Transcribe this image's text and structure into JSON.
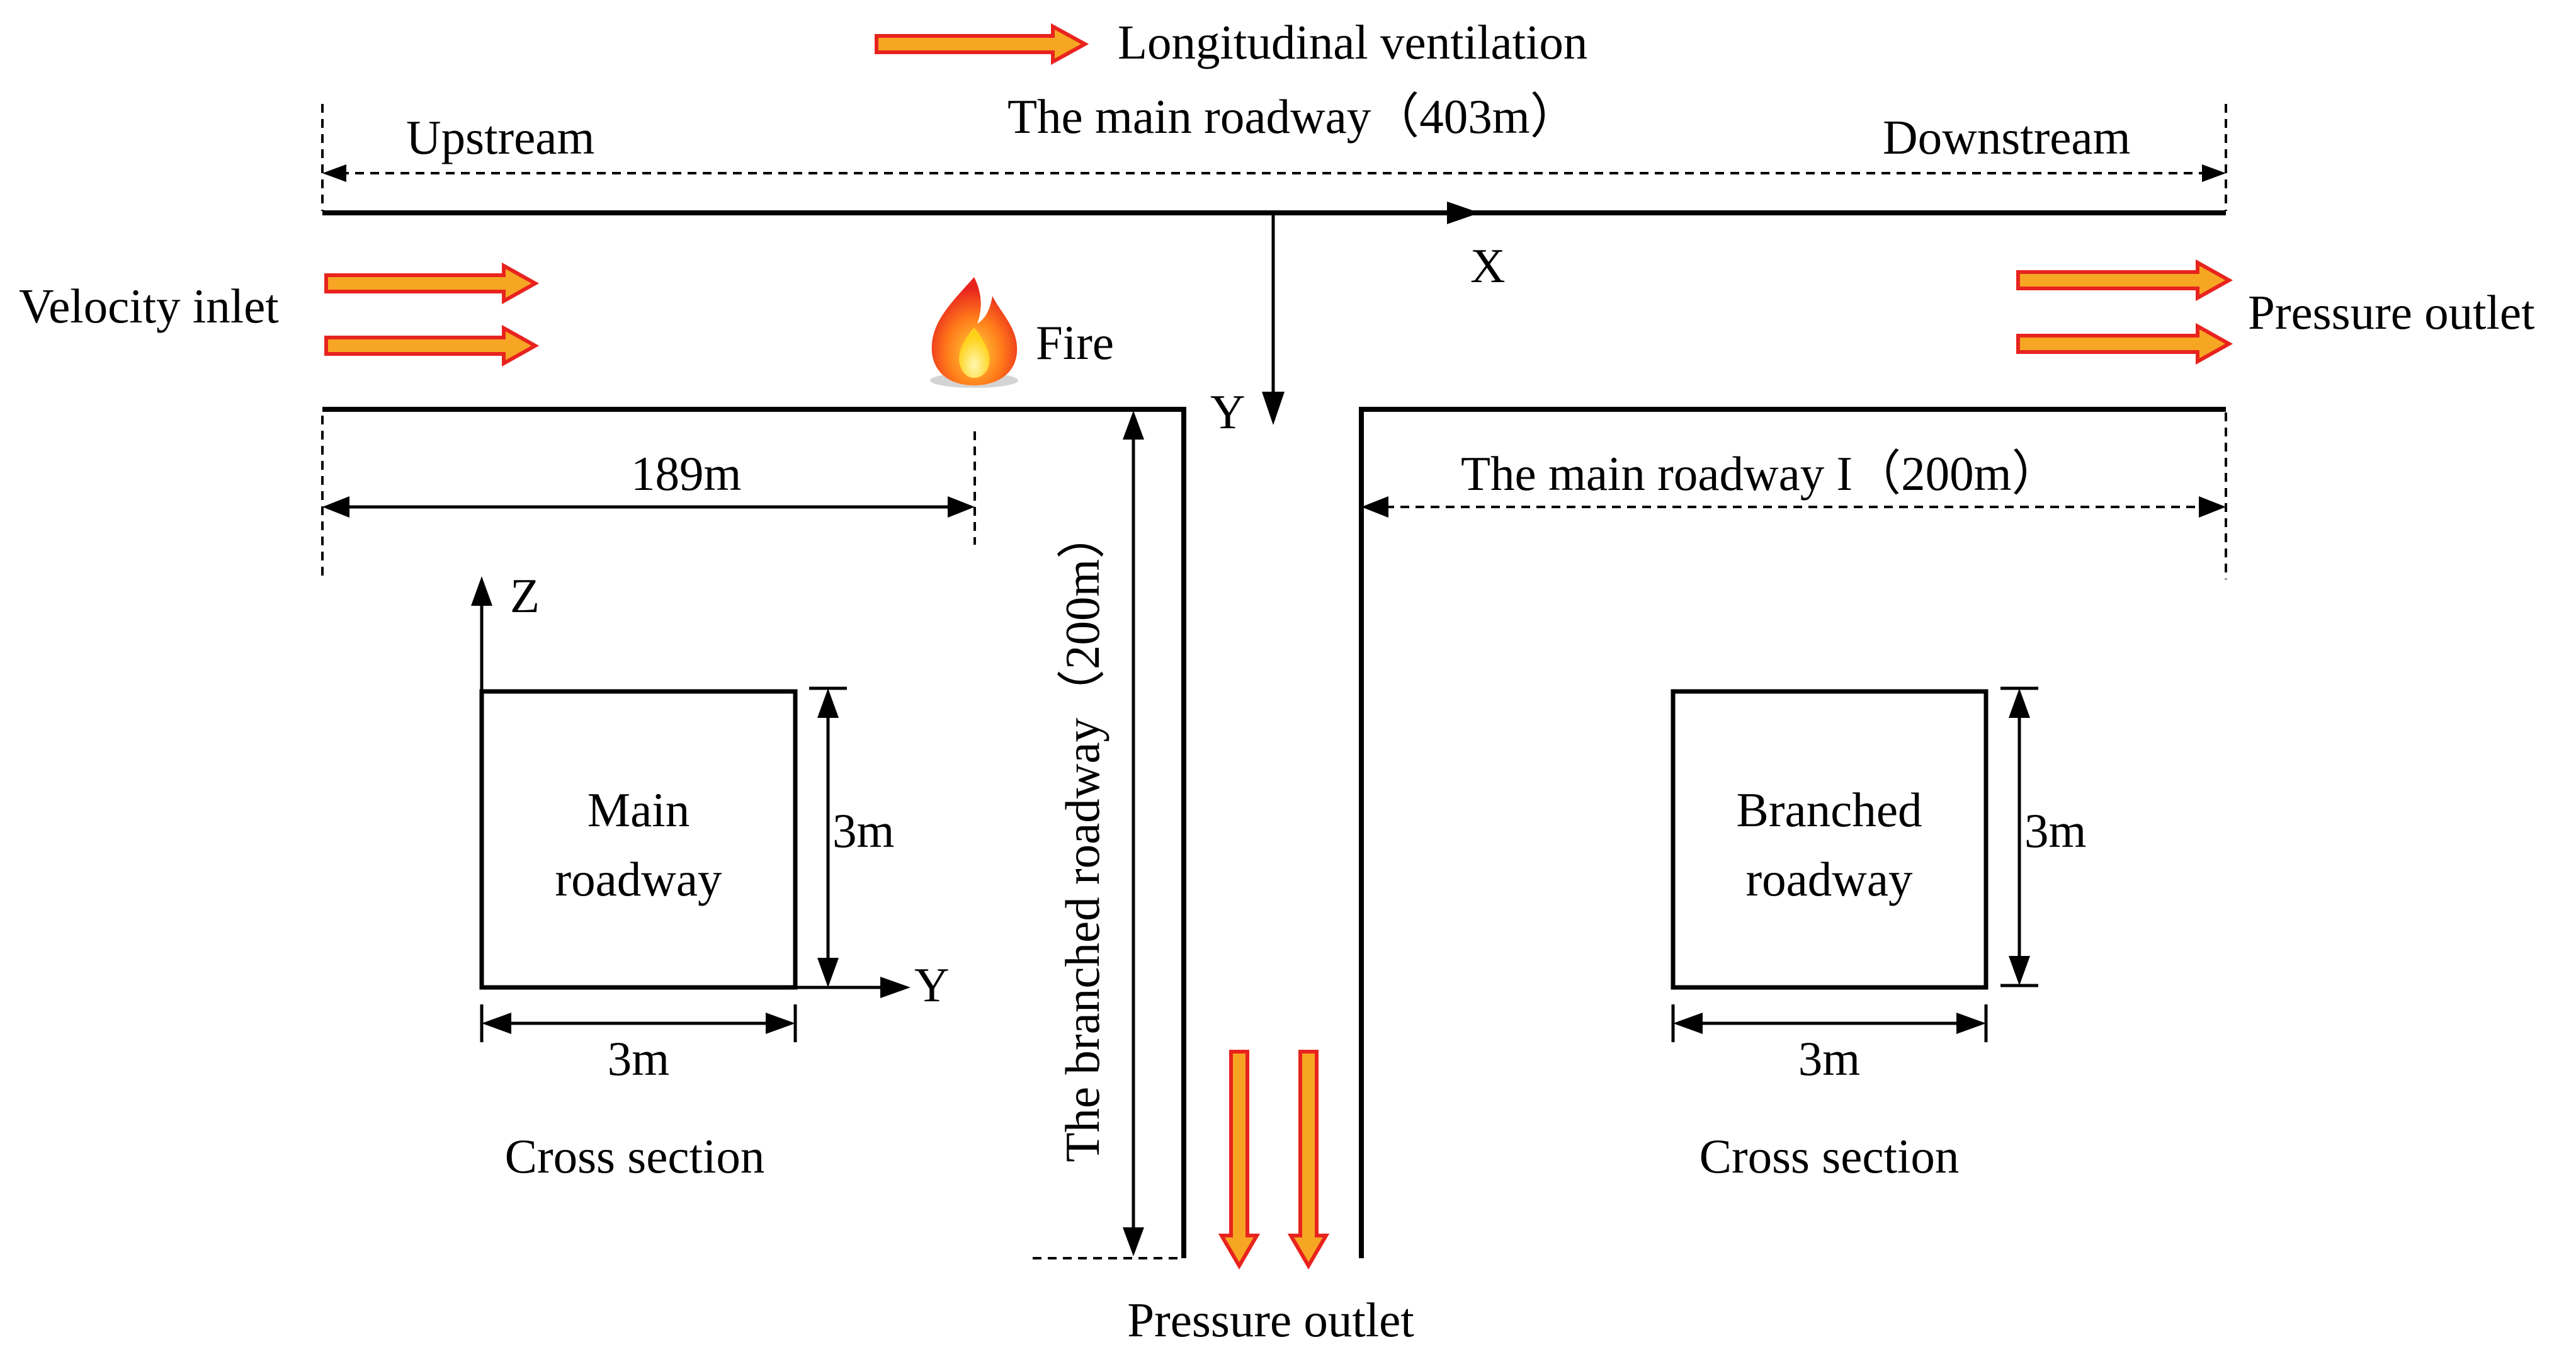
{
  "colors": {
    "flow_fill": "#f6a623",
    "flow_stroke": "#e8231e",
    "line": "#000000",
    "background": "#ffffff"
  },
  "legend": {
    "label": "Longitudinal ventilation"
  },
  "main_roadway": {
    "title": "The main roadway（403m）",
    "upstream": "Upstream",
    "downstream": "Downstream"
  },
  "axes": {
    "x": "X",
    "y": "Y",
    "z": "Z",
    "y_section": "Y"
  },
  "boundaries": {
    "velocity_inlet": "Velocity inlet",
    "pressure_outlet_right": "Pressure outlet",
    "pressure_outlet_bottom": "Pressure outlet"
  },
  "fire": {
    "label": "Fire",
    "icon": "fire-icon"
  },
  "dimensions": {
    "fire_distance": "189m",
    "main_roadway_one": "The main roadway I（200m）",
    "branched_roadway": "The branched roadway（200m）"
  },
  "section_main": {
    "line1": "Main",
    "line2": "roadway",
    "height": "3m",
    "width": "3m",
    "caption": "Cross section"
  },
  "section_branched": {
    "line1": "Branched",
    "line2": "roadway",
    "height": "3m",
    "width": "3m",
    "caption": "Cross section"
  }
}
